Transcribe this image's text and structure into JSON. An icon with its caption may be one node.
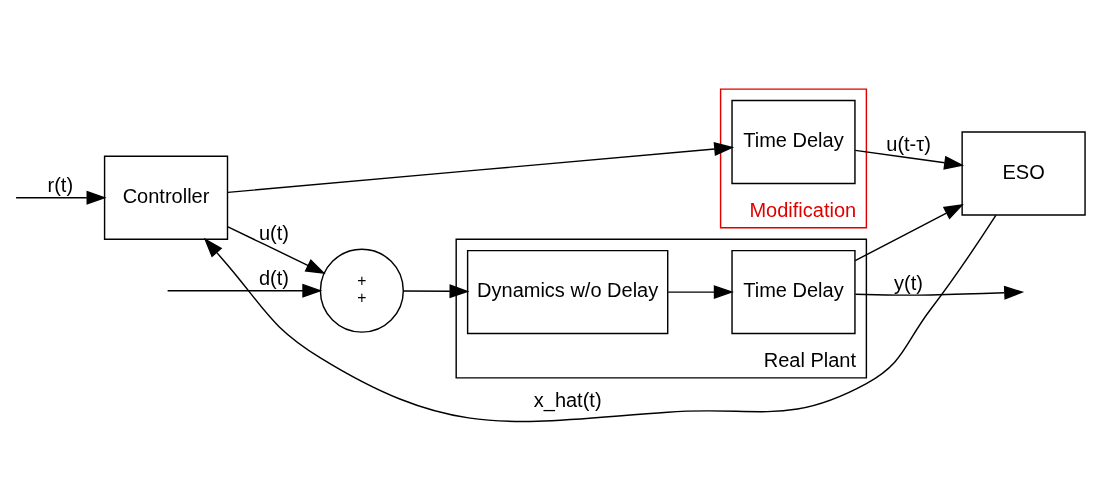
{
  "diagram": {
    "nodes": [
      {
        "text": [
          "Controller"
        ]
      },
      {
        "text": [
          "+",
          "+"
        ]
      },
      {
        "text": [
          "Real Plant"
        ]
      },
      {
        "text": [
          "Dynamics w/o Delay"
        ],
        "in": 2
      },
      {
        "text": [
          "Time Delay"
        ],
        "in": 2
      },
      {
        "text": [
          "Modification"
        ]
      },
      {
        "text": [
          "Time Delay"
        ],
        "in": 5
      },
      {
        "text": [
          "ESO"
        ]
      }
    ],
    "edges": [
      {
        "from": null,
        "to": 0,
        "arrow": "to",
        "label": "r(t)"
      },
      {
        "from": 7,
        "to": 0,
        "arrow": "to",
        "label": "x_hat(t)"
      },
      {
        "from": 0,
        "to": 1,
        "arrow": "to",
        "label": "u(t)"
      },
      {
        "from": null,
        "to": 1,
        "arrow": "to",
        "label": "d(t)"
      },
      {
        "from": 0,
        "to": 6,
        "arrow": "to"
      },
      {
        "from": 1,
        "to": 3,
        "arrow": "to"
      },
      {
        "from": 3,
        "to": 4,
        "arrow": "to"
      },
      {
        "from": 4,
        "to": null,
        "arrow": "to",
        "label": "y(t)"
      },
      {
        "from": 4,
        "to": 7,
        "arrow": "to"
      },
      {
        "from": 6,
        "to": 7,
        "arrow": "to",
        "label": "u(t-τ)"
      }
    ]
  }
}
